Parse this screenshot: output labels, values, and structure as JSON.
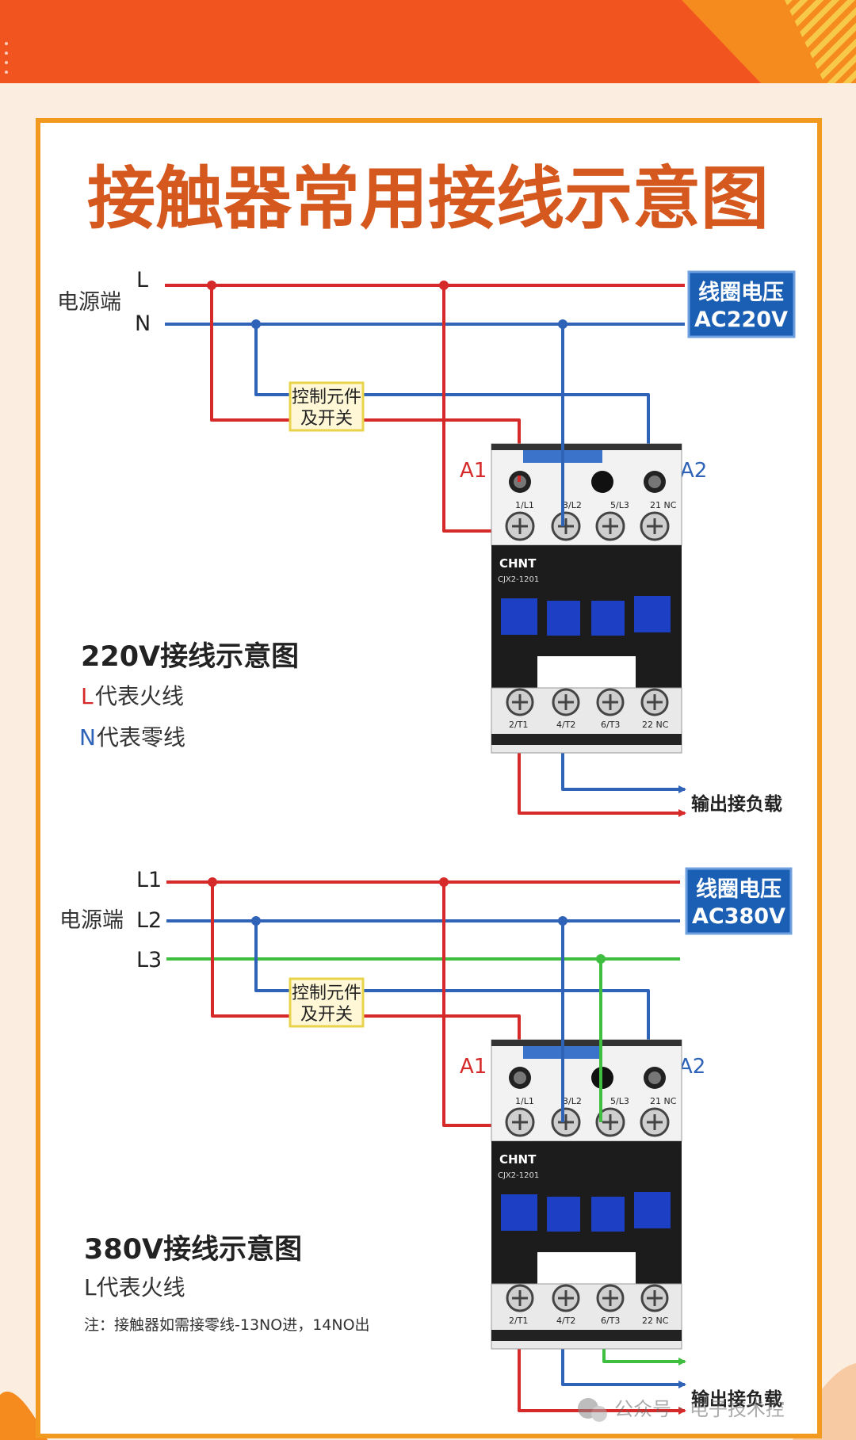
{
  "title": "接触器常用接线示意图",
  "colors": {
    "live": "#d62a2a",
    "neutral": "#2e63b8",
    "phase3": "#3fbf3f",
    "frame": "#f29a1f",
    "title": "#d5591f",
    "coil_box": "#1a5fb4",
    "contactor_blue": "#1d3fc4"
  },
  "contactor": {
    "brand": "CHNT",
    "model": "CJX2-1201",
    "top_terminals": [
      "1/L1",
      "3/L2",
      "5/L3",
      "21 NC"
    ],
    "bottom_terminals": [
      "2/T1",
      "4/T2",
      "6/T3",
      "22 NC"
    ]
  },
  "diagram_220": {
    "source_label": "电源端",
    "line_labels": [
      "L",
      "N"
    ],
    "coil_label_line1": "线圈电压",
    "coil_label_line2": "AC220V",
    "control_label_line1": "控制元件",
    "control_label_line2": "及开关",
    "coil_a1": "A1",
    "coil_a2": "A2",
    "output_label": "输出接负载",
    "caption": "220V接线示意图",
    "legend_l_letter": "L",
    "legend_l_text": "代表火线",
    "legend_n_letter": "N",
    "legend_n_text": "代表零线"
  },
  "diagram_380": {
    "source_label": "电源端",
    "line_labels": [
      "L1",
      "L2",
      "L3"
    ],
    "coil_label_line1": "线圈电压",
    "coil_label_line2": "AC380V",
    "control_label_line1": "控制元件",
    "control_label_line2": "及开关",
    "coil_a1": "A1",
    "coil_a2": "A2",
    "output_label": "输出接负载",
    "caption": "380V接线示意图",
    "legend_l": "L代表火线",
    "note": "注：接触器如需接零线-13NO进，14NO出"
  },
  "watermark": "公众号 · 电子技术控"
}
